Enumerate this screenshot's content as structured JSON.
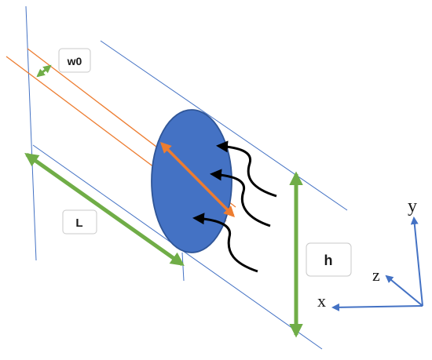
{
  "labels": {
    "w0": "w0",
    "L": "L",
    "h": "h"
  },
  "axes": {
    "x": "x",
    "y": "y",
    "z": "z"
  },
  "colors": {
    "blue_line": "#4472c4",
    "orange": "#ed7d31",
    "green": "#70ad47",
    "ellipse_fill": "#4472c4",
    "ellipse_stroke": "#2f5597",
    "flow_arrow": "#000000"
  },
  "icons": {
    "flow": "curved-flow-arrow"
  }
}
